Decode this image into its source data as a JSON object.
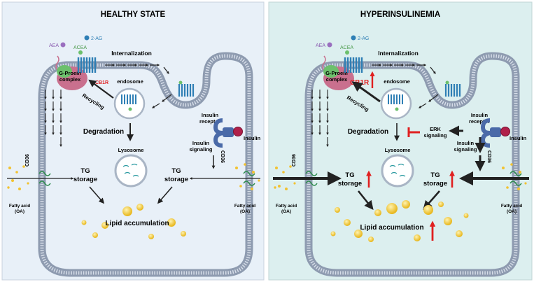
{
  "panels": [
    {
      "title": "HEALTHY STATE",
      "labels": {
        "aea": "AEA",
        "two_ag": "2-AG",
        "acea": "ACEA",
        "internalization": "Internalization",
        "gprotein_1": "G-Proein",
        "gprotein_2": "complex",
        "cb1r": "CB1R",
        "recycling": "Recycling",
        "endosome": "endosome",
        "degradation": "Degradation",
        "lysosome": "Lysosome",
        "insulin_receptor_1": "Insulin",
        "insulin_receptor_2": "receptor",
        "insulin": "Insulin",
        "insulin_signaling_1": "Insulin",
        "insulin_signaling_2": "signaling",
        "cd36_left": "CD36",
        "cd36_right": "CD36",
        "tg_left_1": "TG",
        "tg_left_2": "storage",
        "tg_right_1": "TG",
        "tg_right_2": "storage",
        "fa_left_1": "Fatty acid",
        "fa_left_2": "(OA)",
        "fa_right_1": "Fatty acid",
        "fa_right_2": "(OA)",
        "lipid": "Lipid accumulation"
      }
    },
    {
      "title": "HYPERINSULINEMIA",
      "labels": {
        "aea": "AEA",
        "two_ag": "2-AG",
        "acea": "ACEA",
        "internalization": "Internalization",
        "gprotein_1": "G-Proein",
        "gprotein_2": "complex",
        "cb1r": "CB1R",
        "recycling": "Recycling",
        "endosome": "endosome",
        "degradation": "Degradation",
        "lysosome": "Lysosome",
        "erk_1": "ERK",
        "erk_2": "signaling",
        "insulin_receptor_1": "Insulin",
        "insulin_receptor_2": "receptor",
        "insulin": "Insulin",
        "insulin_signaling_1": "Insulin",
        "insulin_signaling_2": "signaling",
        "cd36_left": "CD36",
        "cd36_right": "CD36",
        "tg_left_1": "TG",
        "tg_left_2": "storage",
        "tg_right_1": "TG",
        "tg_right_2": "storage",
        "fa_left_1": "Fatty acid",
        "fa_left_2": "(OA)",
        "fa_right_1": "Fatty acid",
        "fa_right_2": "(OA)",
        "lipid": "Lipid accumulation"
      }
    }
  ],
  "colors": {
    "healthy_bg": "#e8f0f8",
    "hyper_bg": "#dcefef",
    "membrane": "#9aa7b8",
    "receptor": "#2f7fb5",
    "gprotein_green": "#6cc06c",
    "gprotein_pink": "#c9708e",
    "red_accent": "#e02020",
    "lipid": "#f2c230"
  }
}
